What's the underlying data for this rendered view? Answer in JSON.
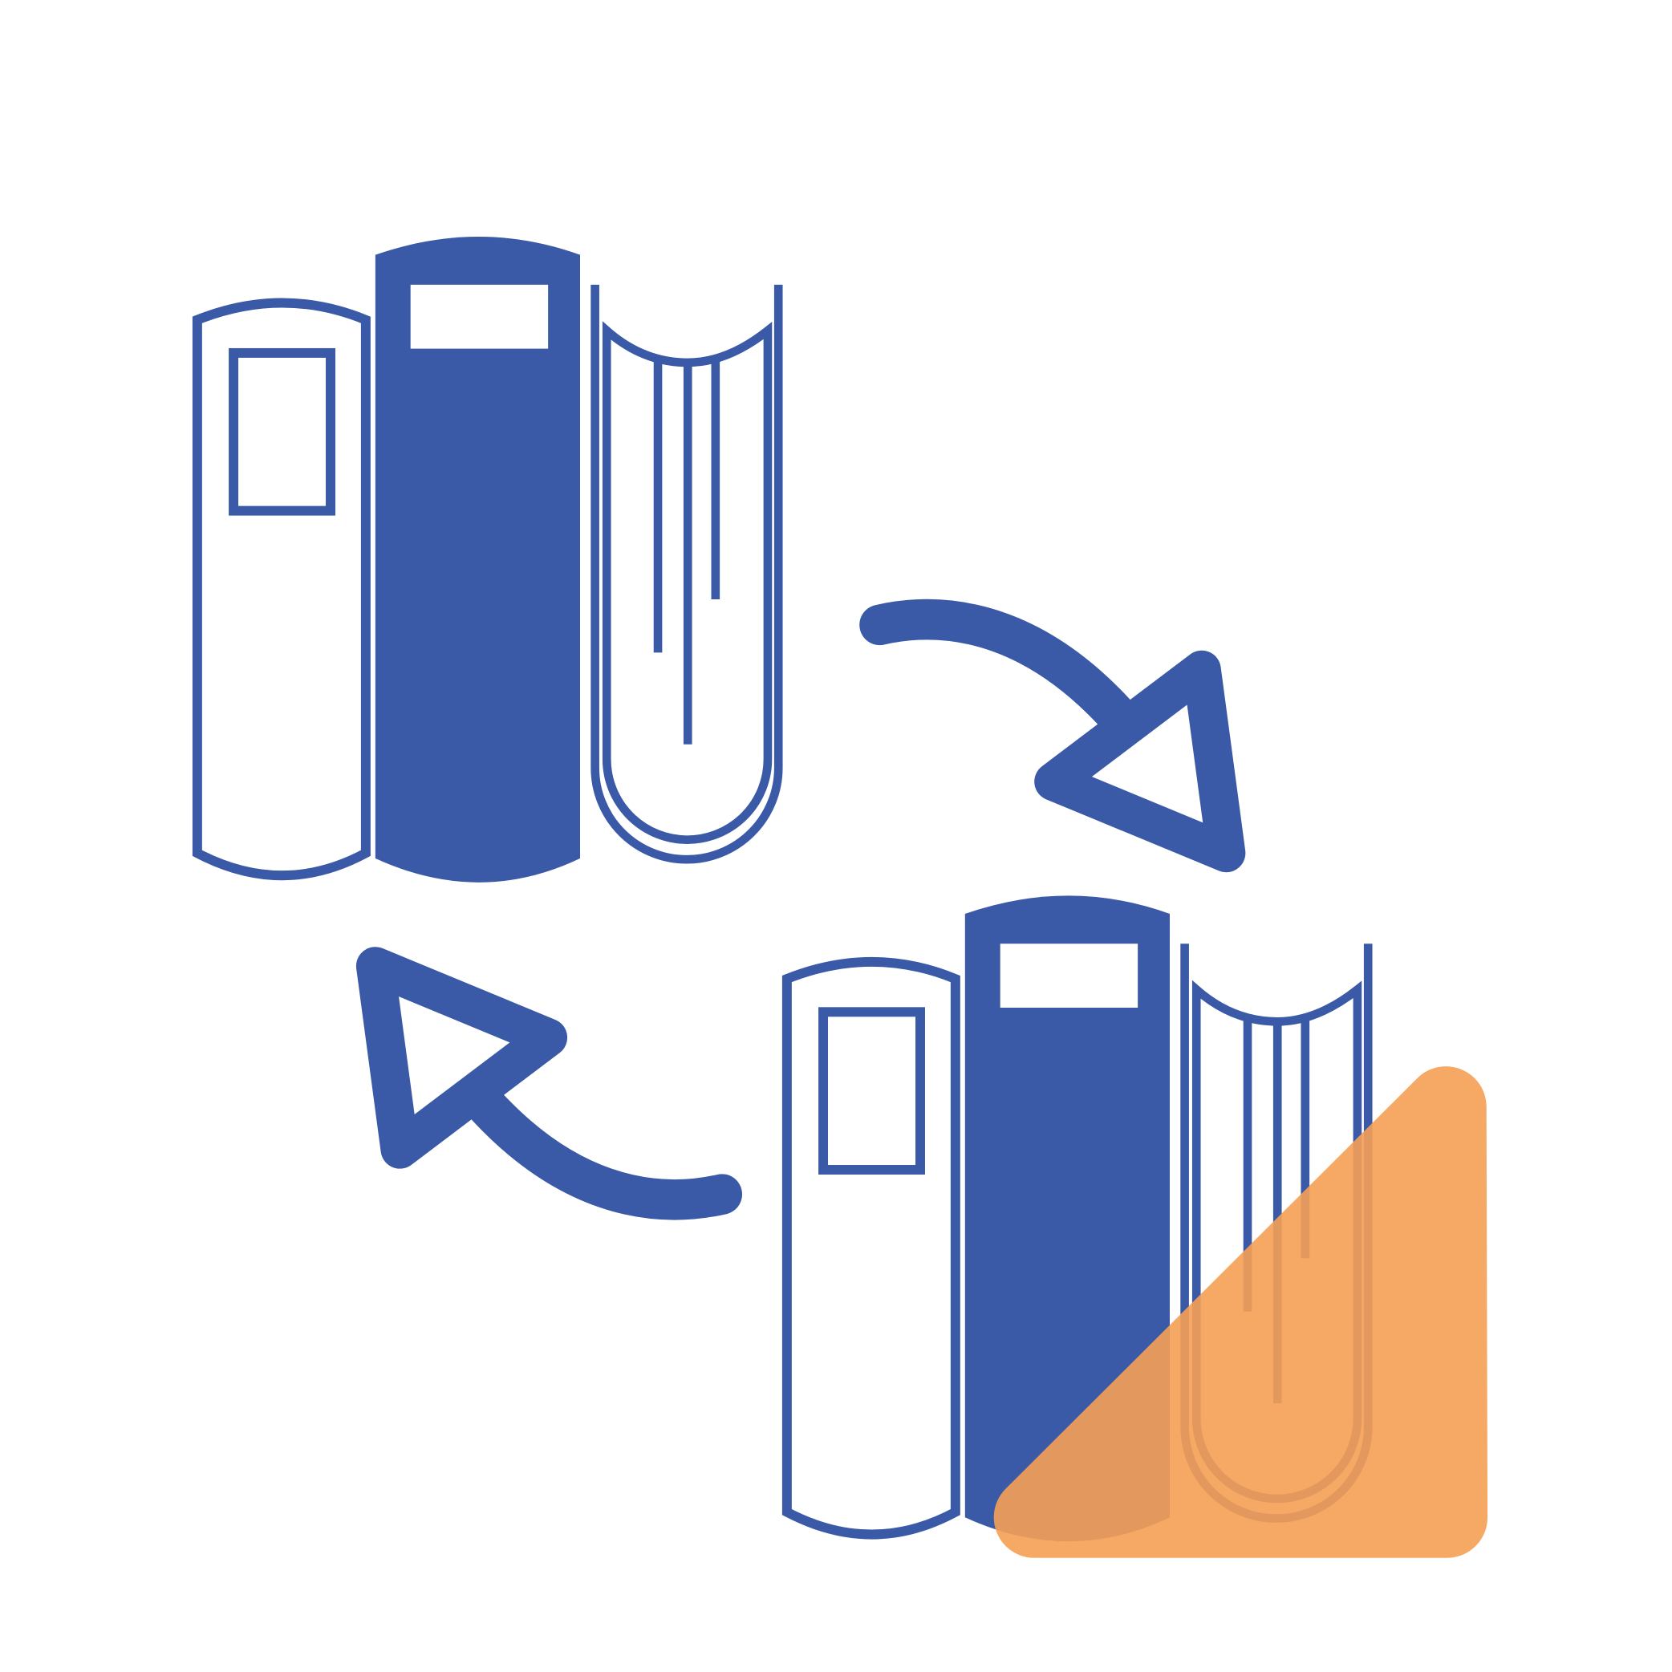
{
  "icon": {
    "name": "book-exchange-icon",
    "parts": [
      "books-group-source",
      "books-group-target",
      "arrow-forward",
      "arrow-back",
      "highlight-triangle"
    ]
  },
  "colors": {
    "primary": "#3a59a7",
    "accent": "#f6a055",
    "background": "#ffffff"
  }
}
